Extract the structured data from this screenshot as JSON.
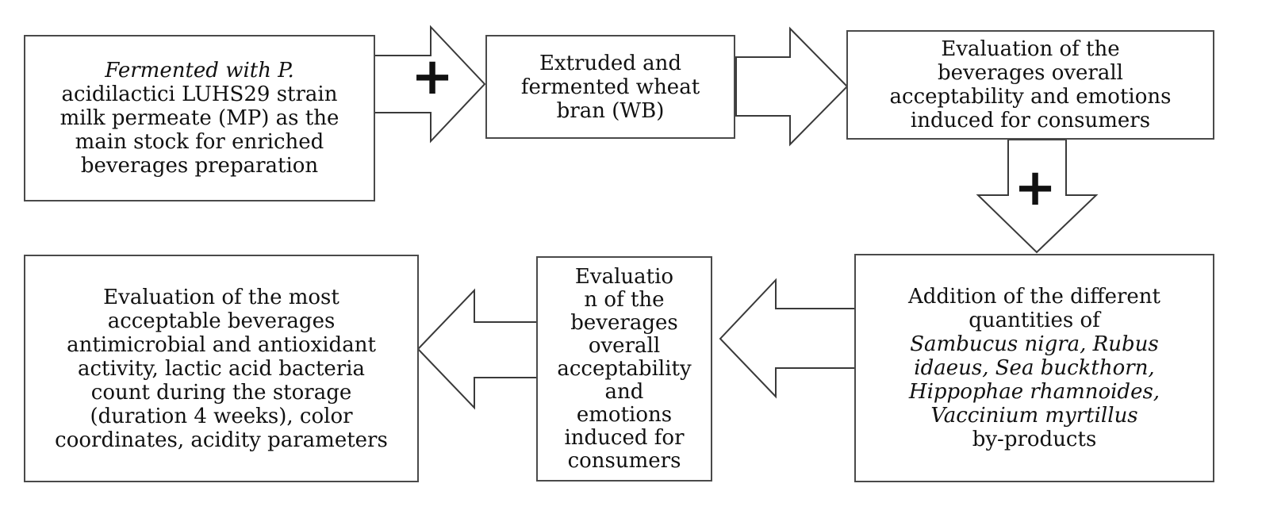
{
  "diagram": {
    "boxes": [
      {
        "id": "box-1",
        "lines": [
          {
            "text": "Fermented with P.",
            "italic": true
          },
          {
            "text": "acidilactici  LUHS29 strain",
            "italic": false
          },
          {
            "text": "milk permeate (MP) as the",
            "italic": false
          },
          {
            "text": "main stock for enriched",
            "italic": false
          },
          {
            "text": "beverages preparation",
            "italic": false
          }
        ]
      },
      {
        "id": "box-2",
        "lines": [
          {
            "text": "Extruded and",
            "italic": false
          },
          {
            "text": "fermented wheat",
            "italic": false
          },
          {
            "text": "bran (WB)",
            "italic": false
          }
        ]
      },
      {
        "id": "box-3",
        "lines": [
          {
            "text": "Evaluation of the",
            "italic": false
          },
          {
            "text": "beverages overall",
            "italic": false
          },
          {
            "text": "acceptability and emotions",
            "italic": false
          },
          {
            "text": "induced for consumers",
            "italic": false
          }
        ]
      },
      {
        "id": "box-4",
        "lines": [
          {
            "text": "Addition of the different",
            "italic": false
          },
          {
            "text": "quantities of",
            "italic": false
          },
          {
            "text": "Sambucus nigra, Rubus",
            "italic": true
          },
          {
            "text": "idaeus, Sea buckthorn,",
            "italic": true
          },
          {
            "text": "Hippophae rhamnoides,",
            "italic": true
          },
          {
            "text": "Vaccinium myrtillus",
            "italic": true
          },
          {
            "text": "by-products",
            "italic": false
          }
        ]
      },
      {
        "id": "box-5",
        "lines": [
          {
            "text": "Evaluatio",
            "italic": false
          },
          {
            "text": "n of the",
            "italic": false
          },
          {
            "text": "beverages",
            "italic": false
          },
          {
            "text": "overall",
            "italic": false
          },
          {
            "text": "acceptability",
            "italic": false
          },
          {
            "text": "and",
            "italic": false
          },
          {
            "text": "emotions",
            "italic": false
          },
          {
            "text": "induced for",
            "italic": false
          },
          {
            "text": "consumers",
            "italic": false
          }
        ]
      },
      {
        "id": "box-6",
        "lines": [
          {
            "text": "Evaluation of the most",
            "italic": false
          },
          {
            "text": "acceptable beverages",
            "italic": false
          },
          {
            "text": "antimicrobial  and antioxidant",
            "italic": false
          },
          {
            "text": "activity, lactic acid bacteria",
            "italic": false
          },
          {
            "text": "count during the storage",
            "italic": false
          },
          {
            "text": "(duration 4 weeks), color",
            "italic": false
          },
          {
            "text": "coordinates, acidity parameters",
            "italic": false
          }
        ]
      }
    ],
    "plus_symbol": "+"
  }
}
